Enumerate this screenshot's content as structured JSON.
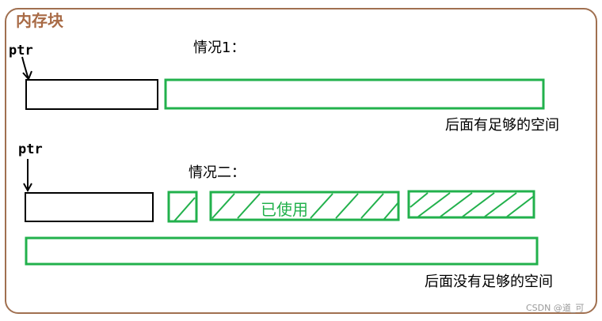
{
  "title": "内存块",
  "labels": {
    "ptr1": "ptr",
    "ptr2": "ptr",
    "case1": "情况1：",
    "case2": "情况二：",
    "used": "已使用",
    "enough": "后面有足够的空间",
    "not_enough": "后面没有足够的空间"
  },
  "watermark": "CSDN @道_可",
  "colors": {
    "frame": "#a07050",
    "title": "#a86a45",
    "green": "#22b14c",
    "black": "#000000",
    "watermark": "#999999"
  }
}
